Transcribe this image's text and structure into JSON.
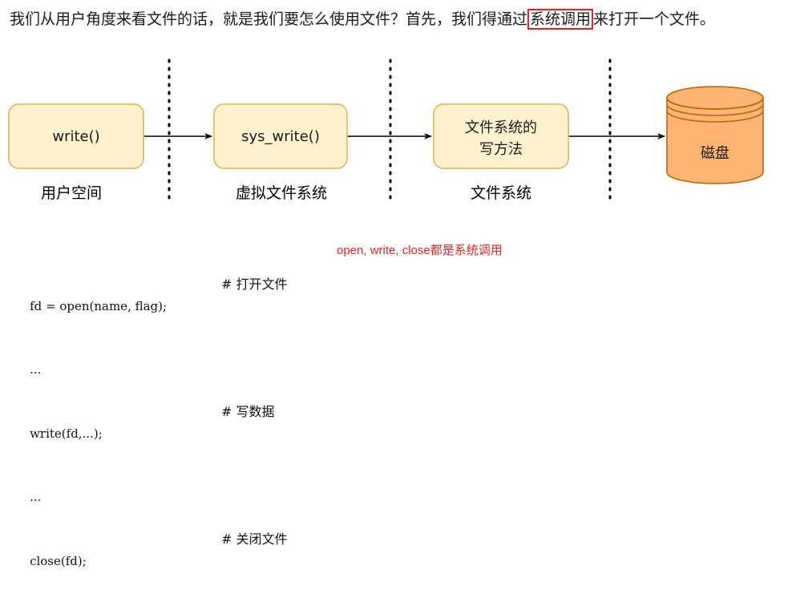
{
  "intro": {
    "before": "我们从用户角度来看文件的话，就是我们要怎么使用文件？首先，我们得通过",
    "highlight": "系统调用",
    "after": "来打开一个文件。"
  },
  "diagram": {
    "nodes": {
      "write": "write()",
      "sys_write": "sys_write()",
      "fs_line1": "文件系统的",
      "fs_line2": "写方法",
      "disk": "磁盘"
    },
    "captions": {
      "user_space": "用户空间",
      "vfs": "虚拟文件系统",
      "fs": "文件系统"
    },
    "colors": {
      "node_fill": "#fff2cc",
      "node_stroke": "#d6b656",
      "disk_fill": "#fbb471",
      "disk_stroke": "#b46504"
    }
  },
  "code": {
    "lines": [
      {
        "code": "fd = open(name, flag);",
        "comment": "# 打开文件"
      },
      {
        "code": "...",
        "comment": ""
      },
      {
        "code": "write(fd,...);",
        "comment": "# 写数据"
      },
      {
        "code": "...",
        "comment": ""
      },
      {
        "code": "close(fd);",
        "comment": "# 关闭文件"
      }
    ]
  },
  "note": "open, write, close都是系统调用"
}
